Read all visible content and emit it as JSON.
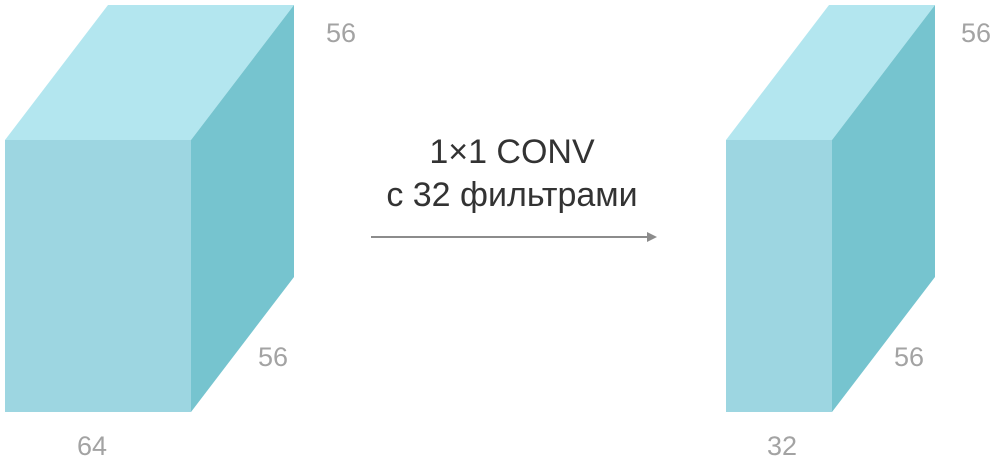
{
  "colors": {
    "front_face": "#9dd6e1",
    "top_face": "#b3e6ef",
    "side_face": "#76c4cf",
    "label_text": "#a3a3a3",
    "operation_text": "#333333",
    "arrow": "#8c8c8c"
  },
  "input_tensor": {
    "height_label": "56",
    "width_label": "56",
    "channels_label": "64"
  },
  "operation": {
    "line1": "1×1 CONV",
    "line2": "с 32 фильтрами"
  },
  "output_tensor": {
    "height_label": "56",
    "width_label": "56",
    "channels_label": "32"
  }
}
